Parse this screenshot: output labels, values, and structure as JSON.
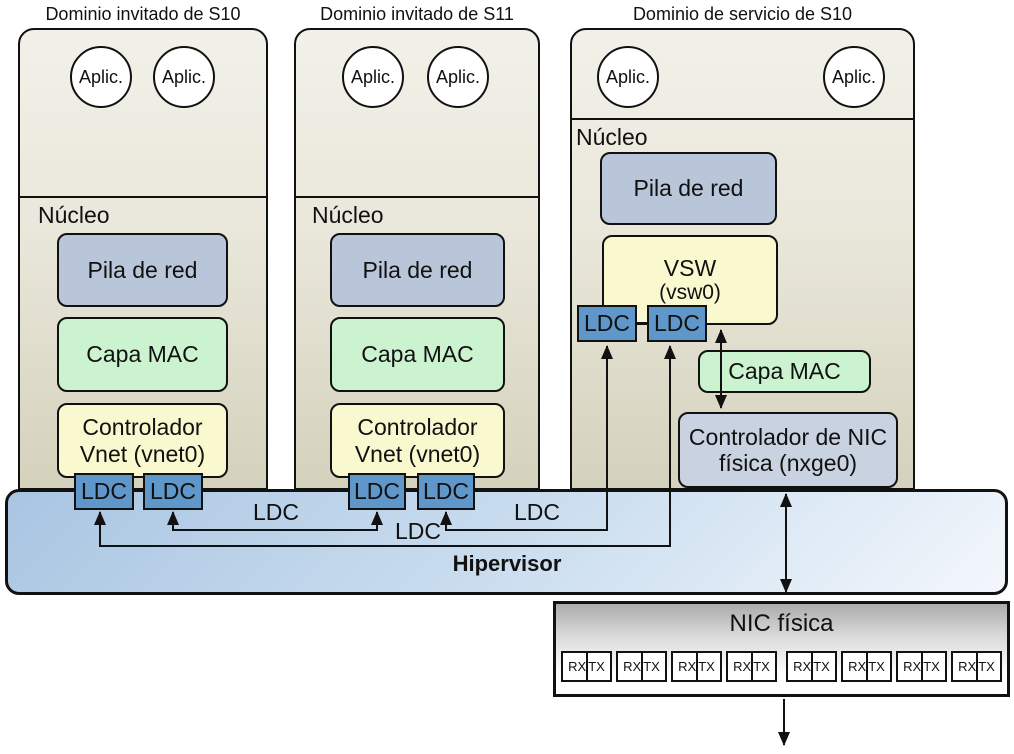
{
  "guest_domain_s10": {
    "title": "Dominio invitado de S10",
    "app_labels": [
      "Aplic.",
      "Aplic."
    ],
    "kernel_label": "Núcleo",
    "network_stack_label": "Pila de red",
    "mac_layer_label": "Capa MAC",
    "vnet_driver_line1": "Controlador",
    "vnet_driver_line2": "Vnet (vnet0)",
    "ldc_labels": [
      "LDC",
      "LDC"
    ]
  },
  "guest_domain_s11": {
    "title": "Dominio invitado de S11",
    "app_labels": [
      "Aplic.",
      "Aplic."
    ],
    "kernel_label": "Núcleo",
    "network_stack_label": "Pila de red",
    "mac_layer_label": "Capa MAC",
    "vnet_driver_line1": "Controlador",
    "vnet_driver_line2": "Vnet (vnet0)",
    "ldc_labels": [
      "LDC",
      "LDC"
    ]
  },
  "service_domain_s10": {
    "title": "Dominio de servicio de S10",
    "app_labels": [
      "Aplic.",
      "Aplic."
    ],
    "kernel_label": "Núcleo",
    "network_stack_label": "Pila de red",
    "vsw_line1": "VSW",
    "vsw_line2": "(vsw0)",
    "ldc_labels": [
      "LDC",
      "LDC"
    ],
    "mac_layer_label": "Capa MAC",
    "nic_driver_line1": "Controlador de NIC",
    "nic_driver_line2": "física (nxge0)"
  },
  "hypervisor": {
    "label": "Hipervisor",
    "channel_labels": [
      "LDC",
      "LDC",
      "LDC"
    ]
  },
  "physical_nic": {
    "title": "NIC física",
    "queue_count": 8,
    "rx_label": "RX",
    "tx_label": "TX"
  },
  "colors": {
    "outline": "#111111",
    "domain_fill_top": "#f2f1e9",
    "domain_fill_bottom": "#d4d1bc",
    "network_stack_fill": "#b9c6da",
    "mac_layer_fill": "#cbf3cf",
    "driver_fill": "#faf8cf",
    "nic_driver_fill": "#c9d2e0",
    "ldc_fill": "#6097ca",
    "hypervisor_fill_top": "#a9c5e2",
    "hypervisor_fill_bottom": "#f3f7fc",
    "nic_fill_top": "#ababab"
  }
}
